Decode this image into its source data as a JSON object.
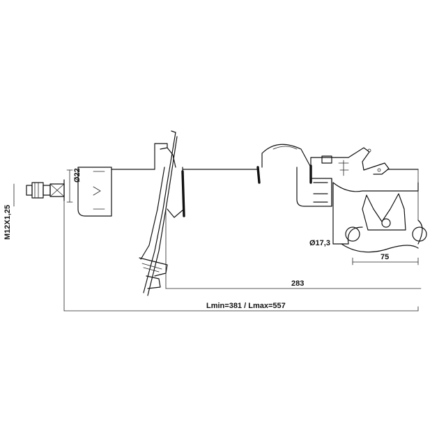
{
  "dimensions": {
    "thread": "M12X1,25",
    "rod_diameter": "Ø22",
    "bolt_hole_diameter": "Ø17,3",
    "bolt_spacing": "75",
    "mount_length": "283",
    "length_range": "Lmin=381 / Lmax=557"
  },
  "colors": {
    "line": "#111111",
    "background": "#ffffff"
  }
}
